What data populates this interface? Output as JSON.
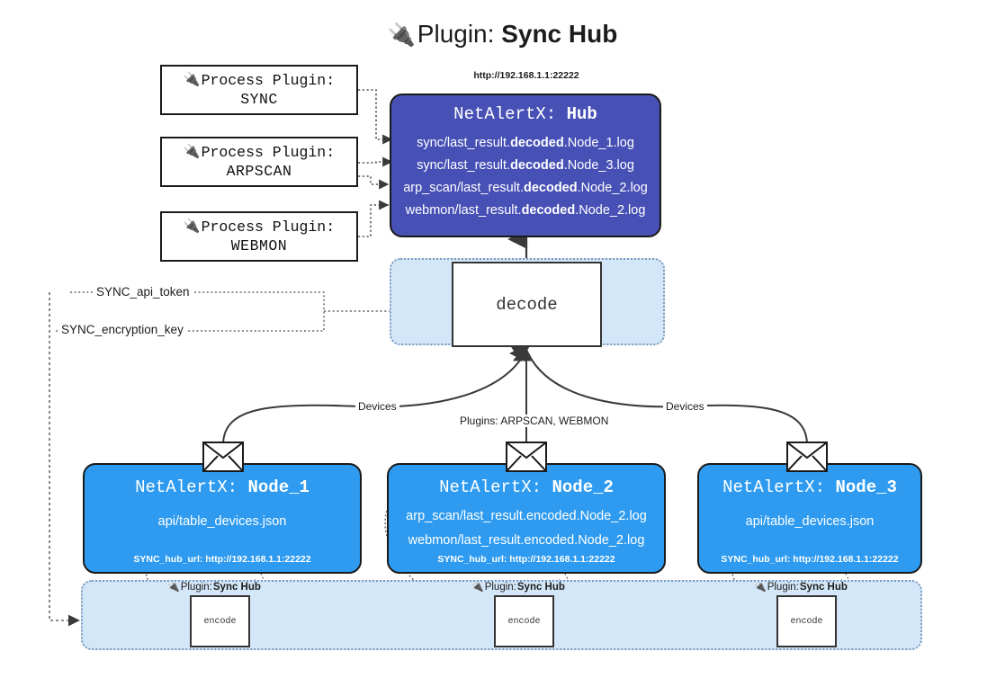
{
  "title": {
    "icon": "plug-icon",
    "glyph": "🔌",
    "lead": "Plugin:",
    "strong": "Sync Hub"
  },
  "colors": {
    "hub_fill": "#4750b5",
    "node_fill": "#2e9bf0",
    "container_fill": "#d4e7f8",
    "container_border": "#7a9bbd",
    "outline": "#1a1a1a",
    "background": "#ffffff"
  },
  "process_plugins": [
    {
      "line1": "Process Plugin:",
      "line2": "SYNC",
      "glyph": "🔌"
    },
    {
      "line1": "Process Plugin:",
      "line2": "ARPSCAN",
      "glyph": "🔌"
    },
    {
      "line1": "Process Plugin:",
      "line2": "WEBMON",
      "glyph": "🔌"
    }
  ],
  "hub": {
    "url": "http://192.168.1.1:22222",
    "header_prefix": "NetAlertX:",
    "header_name": "Hub",
    "lines": [
      {
        "pre": "sync/last_result.",
        "bold": "decoded",
        "post": ".Node_1.log"
      },
      {
        "pre": "sync/last_result.",
        "bold": "decoded",
        "post": ".Node_3.log"
      },
      {
        "pre": "arp_scan/last_result.",
        "bold": "decoded",
        "post": ".Node_2.log"
      },
      {
        "pre": "webmon/last_result.",
        "bold": "decoded",
        "post": ".Node_2.log"
      }
    ]
  },
  "decode": {
    "label": "decode"
  },
  "tokens": [
    {
      "label": "SYNC_api_token"
    },
    {
      "label": "SYNC_encryption_key"
    }
  ],
  "edge_labels": {
    "devices_left": "Devices",
    "devices_right": "Devices",
    "plugins_center": "Plugins: ARPSCAN, WEBMON"
  },
  "nodes": [
    {
      "header_prefix": "NetAlertX:",
      "header_name": "Node_1",
      "lines": [
        "api/table_devices.json"
      ],
      "foot": "SYNC_hub_url: http://192.168.1.1:22222",
      "envelope_icon": "envelope-icon"
    },
    {
      "header_prefix": "NetAlertX:",
      "header_name": "Node_2",
      "lines": [
        "arp_scan/last_result.encoded.Node_2.log",
        "webmon/last_result.encoded.Node_2.log"
      ],
      "foot": "SYNC_hub_url: http://192.168.1.1:22222",
      "envelope_icon": "envelope-icon"
    },
    {
      "header_prefix": "NetAlertX:",
      "header_name": "Node_3",
      "lines": [
        "api/table_devices.json"
      ],
      "foot": "SYNC_hub_url: http://192.168.1.1:22222",
      "envelope_icon": "envelope-icon"
    }
  ],
  "encoders": [
    {
      "plugin_lead": "Plugin:",
      "plugin_name": "Sync Hub",
      "glyph": "🔌",
      "label": "encode"
    },
    {
      "plugin_lead": "Plugin:",
      "plugin_name": "Sync Hub",
      "glyph": "🔌",
      "label": "encode"
    },
    {
      "plugin_lead": "Plugin:",
      "plugin_name": "Sync Hub",
      "glyph": "🔌",
      "label": "encode"
    }
  ]
}
